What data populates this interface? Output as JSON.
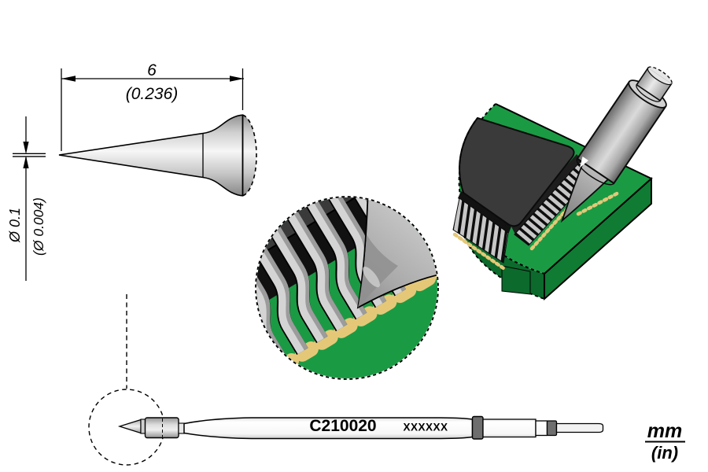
{
  "views": {
    "tip_dimension_view": {
      "length_mm": "6",
      "length_in": "(0.236)",
      "diameter_mm": "Ø 0.1",
      "diameter_in": "(Ø 0.004)"
    },
    "cartridge_view": {
      "model_number": "C210020",
      "batch_marking": "XXXXXX"
    },
    "units_legend": {
      "primary_unit": "mm",
      "secondary_unit": "(in)"
    }
  },
  "colors": {
    "pcb-green": "#1B9A44",
    "pcb-green-dark": "#0F7B33",
    "pcb-green-darker": "#0B6A2C",
    "pad-gold": "#E4C878",
    "chip-dark": "#3A3A3A",
    "shadow-black": "#111111",
    "metal-light": "#D6D6D6",
    "metal-mid": "#A9A9A9",
    "metal-dark": "#6E6E6E",
    "line-black": "#000000",
    "background": "#FFFFFF"
  }
}
